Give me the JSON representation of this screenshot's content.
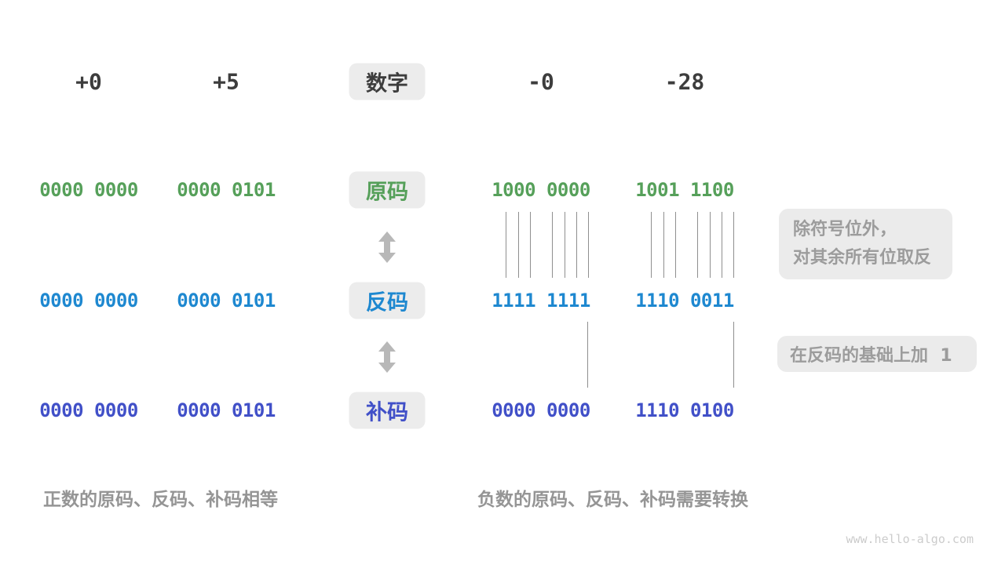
{
  "diagram": {
    "header": {
      "pos_zero": "+0",
      "pos_five": "+5",
      "title": "数字",
      "neg_zero": "-0",
      "neg_twentyeight": "-28"
    },
    "rows": [
      {
        "label": "原码",
        "values": [
          "0000 0000",
          "0000 0101",
          "1000 0000",
          "1001 1100"
        ]
      },
      {
        "label": "反码",
        "values": [
          "0000 0000",
          "0000 0101",
          "1111 1111",
          "1110 0011"
        ]
      },
      {
        "label": "补码",
        "values": [
          "0000 0000",
          "0000 0101",
          "0000 0000",
          "1110 0100"
        ]
      }
    ],
    "annotations": {
      "invert_line1": "除符号位外，",
      "invert_line2": "对其余所有位取反",
      "add_one": "在反码的基础上加  1"
    },
    "captions": {
      "positive": "正数的原码、反码、补码相等",
      "negative": "负数的原码、反码、补码需要转换"
    },
    "watermark": "www.hello-algo.com",
    "colors": {
      "sign_magnitude_green": "#56a05a",
      "ones_complement_blue": "#1e88d0",
      "twos_complement_indigo": "#4150c8",
      "label_box_gray": "#ececec",
      "annotation_gray": "#9c9c9c",
      "caption_gray": "#959595",
      "number_dark": "#3d3d3d"
    }
  }
}
